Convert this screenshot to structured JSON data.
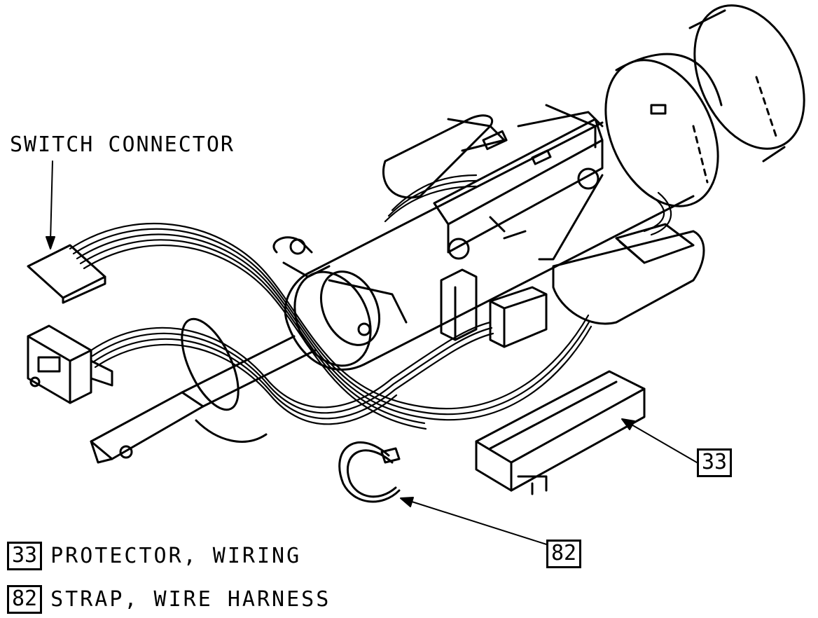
{
  "title_label": "SWITCH CONNECTOR",
  "callouts": [
    {
      "number": "33",
      "name": "PROTECTOR, WIRING"
    },
    {
      "number": "82",
      "name": "STRAP, WIRE HARNESS"
    }
  ],
  "legend": [
    {
      "number": "33",
      "text": "PROTECTOR, WIRING"
    },
    {
      "number": "82",
      "text": "STRAP, WIRE HARNESS"
    }
  ],
  "colors": {
    "line": "#000000",
    "background": "#ffffff"
  },
  "icons": {
    "assembly": "steering-column-assembly-icon"
  }
}
